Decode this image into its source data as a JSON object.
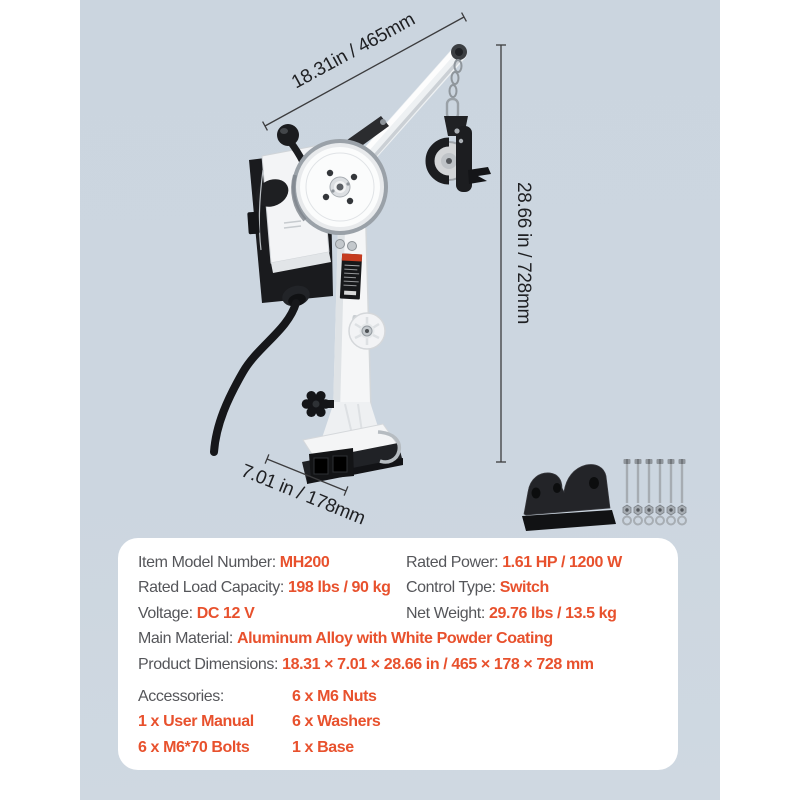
{
  "colors": {
    "accent": "#E8512D",
    "label_gray": "#55565A",
    "photo_background": "#CCD6E0",
    "card_background": "#FFFFFF",
    "dimension_line": "#3C3C3E"
  },
  "annotations": {
    "boom_length": "18.31in / 465mm",
    "overall_height": "28.66 in / 728mm",
    "base_width": "7.01 in / 178mm"
  },
  "spec_card": {
    "grid_rows": [
      {
        "label": "Item Model Number:",
        "value": "MH200",
        "label2": "Rated Power:",
        "value2": "1.61 HP / 1200 W"
      },
      {
        "label": "Rated Load Capacity:",
        "value": "198 lbs / 90 kg",
        "label2": "Control Type:",
        "value2": "Switch"
      },
      {
        "label": "Voltage:",
        "value": "DC 12 V",
        "label2": "Net Weight:",
        "value2": "29.76 lbs / 13.5 kg"
      }
    ],
    "full_rows": [
      {
        "label": "Main Material:",
        "value": "Aluminum Alloy with White Powder Coating"
      },
      {
        "label": "Product Dimensions:",
        "value": "18.31 × 7.01 × 28.66 in / 465 × 178 × 728 mm"
      }
    ],
    "accessory_rows": [
      {
        "c1": "Accessories:",
        "c2": "6 x M6 Nuts"
      },
      {
        "c1": "1 x User Manual",
        "c2": "6 x Washers"
      },
      {
        "c1": "6 x M6*70 Bolts",
        "c2": "1 x Base"
      }
    ]
  }
}
